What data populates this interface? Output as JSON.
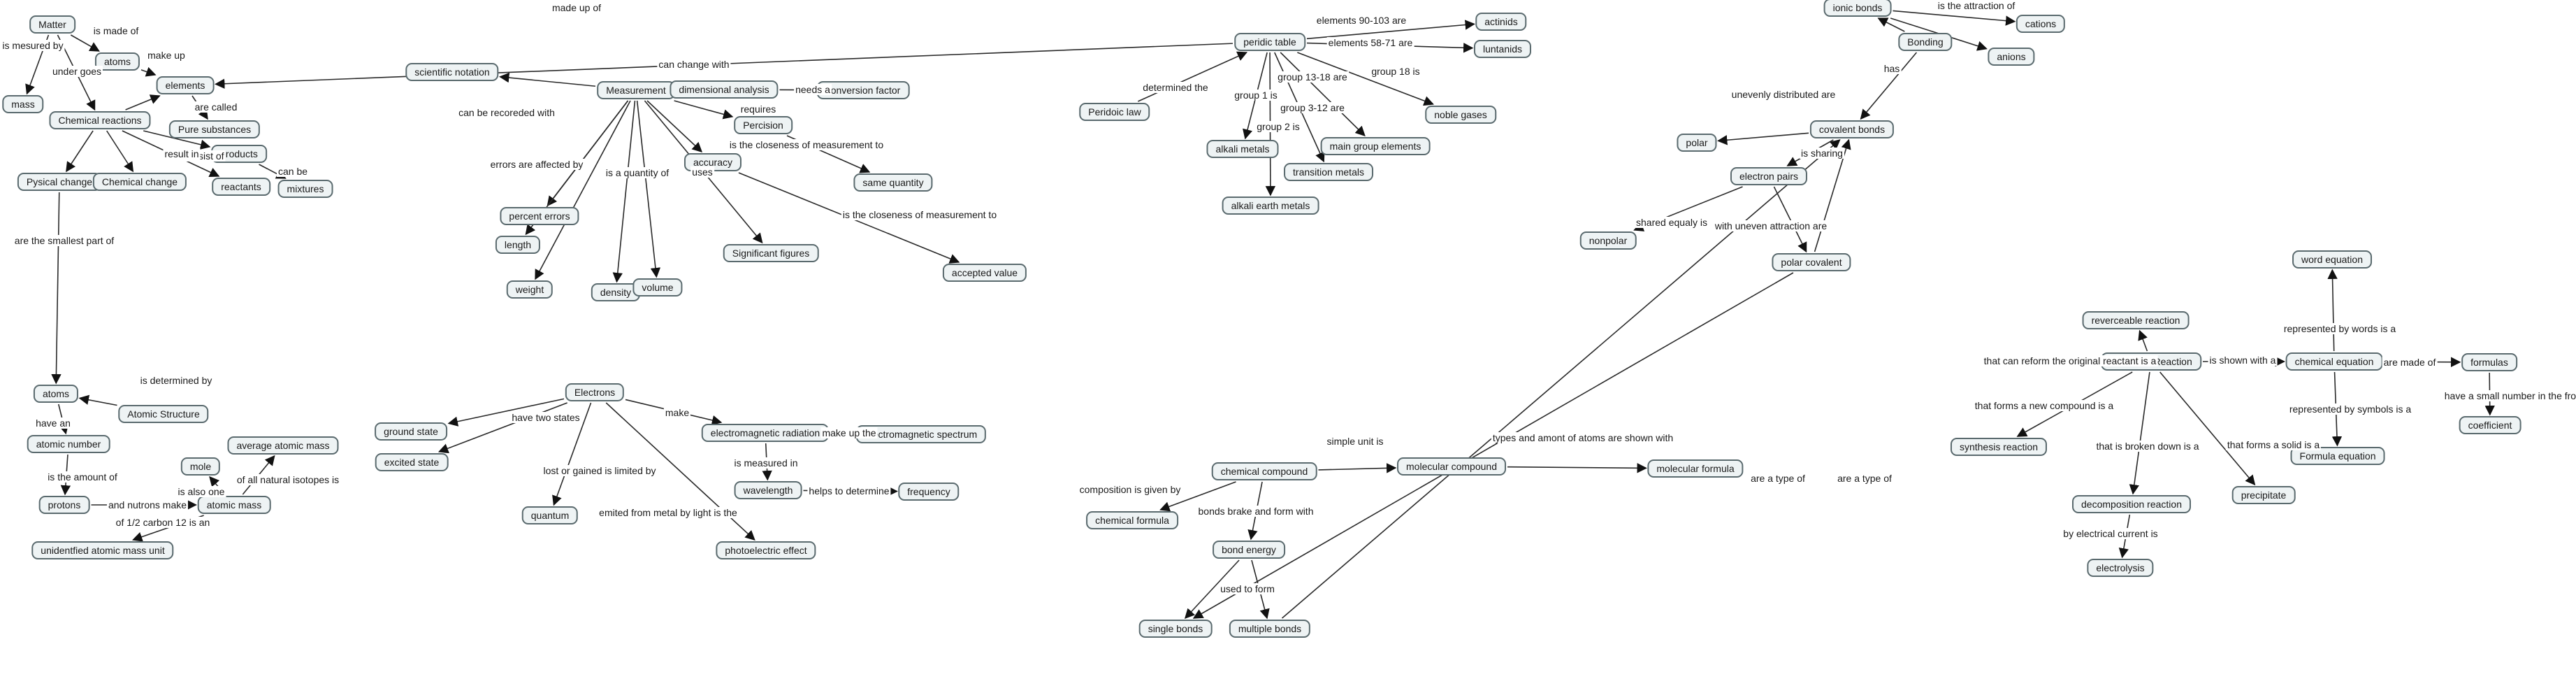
{
  "concept_map": {
    "nodes": [
      {
        "id": "matter",
        "label": "Matter"
      },
      {
        "id": "atoms1",
        "label": "atoms"
      },
      {
        "id": "elements",
        "label": "elements"
      },
      {
        "id": "mass",
        "label": "mass"
      },
      {
        "id": "chemreact",
        "label": "Chemical reactions"
      },
      {
        "id": "puresub",
        "label": "Pure substances"
      },
      {
        "id": "products",
        "label": "products"
      },
      {
        "id": "reactants",
        "label": "reactants"
      },
      {
        "id": "mixtures",
        "label": "mixtures"
      },
      {
        "id": "physchange",
        "label": "Pysical change"
      },
      {
        "id": "chemchange",
        "label": "Chemical change"
      },
      {
        "id": "atoms2",
        "label": "atoms"
      },
      {
        "id": "atomstruct",
        "label": "Atomic Structure"
      },
      {
        "id": "atomicnum",
        "label": "atomic number"
      },
      {
        "id": "protons",
        "label": "protons"
      },
      {
        "id": "atomicmass",
        "label": "atomic mass"
      },
      {
        "id": "mole",
        "label": "mole"
      },
      {
        "id": "avgatomic",
        "label": "average atomic mass"
      },
      {
        "id": "unidentified",
        "label": "unidentfied atomic mass unit"
      },
      {
        "id": "scinot",
        "label": "scientific notation"
      },
      {
        "id": "measurement",
        "label": "Measurement"
      },
      {
        "id": "dimanal",
        "label": "dimensional analysis"
      },
      {
        "id": "convfactor",
        "label": "conversion factor"
      },
      {
        "id": "percision",
        "label": "Percision"
      },
      {
        "id": "accuracy",
        "label": "accuracy"
      },
      {
        "id": "samequant",
        "label": "same quantity"
      },
      {
        "id": "percerr",
        "label": "percent errors"
      },
      {
        "id": "length",
        "label": "length"
      },
      {
        "id": "weight",
        "label": "weight"
      },
      {
        "id": "density",
        "label": "density"
      },
      {
        "id": "volume",
        "label": "volume"
      },
      {
        "id": "sigfig",
        "label": "Significant figures"
      },
      {
        "id": "acceptedval",
        "label": "accepted value"
      },
      {
        "id": "periodic",
        "label": "peridic table"
      },
      {
        "id": "actinids",
        "label": "actinids"
      },
      {
        "id": "luntanids",
        "label": "luntanids"
      },
      {
        "id": "periodiclaw",
        "label": "Peridoic law"
      },
      {
        "id": "alkali",
        "label": "alkali metals"
      },
      {
        "id": "alkaliearth",
        "label": "alkali earth metals"
      },
      {
        "id": "transition",
        "label": "transition metals"
      },
      {
        "id": "maingroup",
        "label": "main group elements"
      },
      {
        "id": "noble",
        "label": "noble gases"
      },
      {
        "id": "ionic",
        "label": "ionic bonds"
      },
      {
        "id": "cations",
        "label": "cations"
      },
      {
        "id": "anions",
        "label": "anions"
      },
      {
        "id": "bonding",
        "label": "Bonding"
      },
      {
        "id": "polar",
        "label": "polar"
      },
      {
        "id": "covalent",
        "label": "covalent bonds"
      },
      {
        "id": "epairs",
        "label": "electron pairs"
      },
      {
        "id": "nonpolar",
        "label": "nonpolar"
      },
      {
        "id": "polarcov",
        "label": "polar covalent"
      },
      {
        "id": "electrons",
        "label": "Electrons"
      },
      {
        "id": "ground",
        "label": "ground state"
      },
      {
        "id": "excited",
        "label": "excited state"
      },
      {
        "id": "emrad",
        "label": "electromagnetic radiation"
      },
      {
        "id": "emspec",
        "label": "electromagnetic spectrum"
      },
      {
        "id": "wavelength",
        "label": "wavelength"
      },
      {
        "id": "frequency",
        "label": "frequency"
      },
      {
        "id": "quantum",
        "label": "quantum"
      },
      {
        "id": "photoelec",
        "label": "photoelectric effect"
      },
      {
        "id": "chemcomp",
        "label": "chemical compound"
      },
      {
        "id": "chemform",
        "label": "chemical formula"
      },
      {
        "id": "molcomp",
        "label": "molecular compound"
      },
      {
        "id": "molform",
        "label": "molecular formula"
      },
      {
        "id": "bondenergy",
        "label": "bond energy"
      },
      {
        "id": "single",
        "label": "single bonds"
      },
      {
        "id": "multiple",
        "label": "multiple bonds"
      },
      {
        "id": "chemreaction",
        "label": "Chemical Reaction"
      },
      {
        "id": "reversible",
        "label": "reverceable reaction"
      },
      {
        "id": "synthesis",
        "label": "synthesis reaction"
      },
      {
        "id": "decomp",
        "label": "decomposition reaction"
      },
      {
        "id": "electrolysis",
        "label": "electrolysis"
      },
      {
        "id": "precipitate",
        "label": "precipitate"
      },
      {
        "id": "chemeq",
        "label": "chemical equation"
      },
      {
        "id": "wordeq",
        "label": "word equation"
      },
      {
        "id": "formulaeq",
        "label": "Formula equation"
      },
      {
        "id": "formulas",
        "label": "formulas"
      },
      {
        "id": "coefficient",
        "label": "coefficient"
      }
    ],
    "edges": [
      {
        "from": "matter",
        "to": "atoms1",
        "label": "is made of"
      },
      {
        "from": "atoms1",
        "to": "elements",
        "label": "make up"
      },
      {
        "from": "matter",
        "to": "mass",
        "label": "is mesured by"
      },
      {
        "from": "matter",
        "to": "chemreact",
        "label": "under goes"
      },
      {
        "from": "chemreact",
        "to": "elements",
        "label": ""
      },
      {
        "from": "periodic",
        "to": "elements",
        "label": "made up of"
      },
      {
        "from": "elements",
        "to": "puresub",
        "label": "are called"
      },
      {
        "from": "chemreact",
        "to": "products",
        "label": "consist of"
      },
      {
        "from": "chemreact",
        "to": "reactants",
        "label": ""
      },
      {
        "from": "chemreact",
        "to": "chemchange",
        "label": "result in"
      },
      {
        "from": "chemreact",
        "to": "physchange",
        "label": ""
      },
      {
        "from": "products",
        "to": "mixtures",
        "label": "can be"
      },
      {
        "from": "physchange",
        "to": "atoms2",
        "label": "are the smallest part of"
      },
      {
        "from": "atomstruct",
        "to": "atoms2",
        "label": "is determined by"
      },
      {
        "from": "atoms2",
        "to": "atomicnum",
        "label": "have an"
      },
      {
        "from": "atomicnum",
        "to": "protons",
        "label": "is the amount of"
      },
      {
        "from": "protons",
        "to": "atomicmass",
        "label": "and nutrons make"
      },
      {
        "from": "atomicmass",
        "to": "mole",
        "label": "is also one"
      },
      {
        "from": "atomicmass",
        "to": "avgatomic",
        "label": "of all natural isotopes is"
      },
      {
        "from": "atomicmass",
        "to": "unidentified",
        "label": "of 1/2 carbon 12 is an"
      },
      {
        "from": "measurement",
        "to": "scinot",
        "label": "can be recoreded with"
      },
      {
        "from": "measurement",
        "to": "dimanal",
        "label": "can change with"
      },
      {
        "from": "dimanal",
        "to": "convfactor",
        "label": "needs a"
      },
      {
        "from": "measurement",
        "to": "percision",
        "label": "requires"
      },
      {
        "from": "measurement",
        "to": "accuracy",
        "label": ""
      },
      {
        "from": "percision",
        "to": "samequant",
        "label": "is the closeness of measurement to"
      },
      {
        "from": "accuracy",
        "to": "acceptedval",
        "label": "is the closeness of measurement to"
      },
      {
        "from": "measurement",
        "to": "percerr",
        "label": "errors are affected by"
      },
      {
        "from": "measurement",
        "to": "sigfig",
        "label": "uses"
      },
      {
        "from": "measurement",
        "to": "length",
        "label": "is a quantity of"
      },
      {
        "from": "measurement",
        "to": "weight",
        "label": ""
      },
      {
        "from": "measurement",
        "to": "density",
        "label": ""
      },
      {
        "from": "measurement",
        "to": "volume",
        "label": ""
      },
      {
        "from": "periodic",
        "to": "actinids",
        "label": "elements 90-103 are"
      },
      {
        "from": "periodic",
        "to": "luntanids",
        "label": "elements 58-71 are"
      },
      {
        "from": "periodiclaw",
        "to": "periodic",
        "label": "determined the"
      },
      {
        "from": "periodic",
        "to": "alkali",
        "label": "group 1 is"
      },
      {
        "from": "periodic",
        "to": "alkaliearth",
        "label": "group 2 is"
      },
      {
        "from": "periodic",
        "to": "transition",
        "label": "group 3-12 are"
      },
      {
        "from": "periodic",
        "to": "maingroup",
        "label": "group 13-18 are"
      },
      {
        "from": "periodic",
        "to": "noble",
        "label": "group 18 is"
      },
      {
        "from": "ionic",
        "to": "cations",
        "label": "is the attraction of"
      },
      {
        "from": "ionic",
        "to": "anions",
        "label": ""
      },
      {
        "from": "bonding",
        "to": "ionic",
        "label": "has"
      },
      {
        "from": "bonding",
        "to": "covalent",
        "label": ""
      },
      {
        "from": "covalent",
        "to": "polar",
        "label": "unevenly distributed are"
      },
      {
        "from": "covalent",
        "to": "epairs",
        "label": "is sharing"
      },
      {
        "from": "epairs",
        "to": "nonpolar",
        "label": "shared equaly is"
      },
      {
        "from": "epairs",
        "to": "polarcov",
        "label": "with uneven attraction are"
      },
      {
        "from": "polarcov",
        "to": "covalent",
        "label": ""
      },
      {
        "from": "polarcov",
        "to": "single",
        "label": "are a type of"
      },
      {
        "from": "multiple",
        "to": "covalent",
        "label": "are a type of"
      },
      {
        "from": "electrons",
        "to": "ground",
        "label": "have two states"
      },
      {
        "from": "electrons",
        "to": "excited",
        "label": ""
      },
      {
        "from": "electrons",
        "to": "emrad",
        "label": "make"
      },
      {
        "from": "emrad",
        "to": "emspec",
        "label": "make up the"
      },
      {
        "from": "emrad",
        "to": "wavelength",
        "label": "is measured in"
      },
      {
        "from": "wavelength",
        "to": "frequency",
        "label": "helps to determine"
      },
      {
        "from": "electrons",
        "to": "quantum",
        "label": "lost or gained is limited by"
      },
      {
        "from": "electrons",
        "to": "photoelec",
        "label": "emited from metal by light is the"
      },
      {
        "from": "chemcomp",
        "to": "chemform",
        "label": "composition is given by"
      },
      {
        "from": "chemcomp",
        "to": "molcomp",
        "label": "simple unit is"
      },
      {
        "from": "molcomp",
        "to": "molform",
        "label": "types and amont of atoms are shown with"
      },
      {
        "from": "chemcomp",
        "to": "bondenergy",
        "label": "bonds brake and form with"
      },
      {
        "from": "bondenergy",
        "to": "single",
        "label": "used to form"
      },
      {
        "from": "bondenergy",
        "to": "multiple",
        "label": ""
      },
      {
        "from": "chemreaction",
        "to": "reversible",
        "label": "that can reform the original reactant is a"
      },
      {
        "from": "chemreaction",
        "to": "synthesis",
        "label": "that forms a new compound is a"
      },
      {
        "from": "chemreaction",
        "to": "decomp",
        "label": "that is broken down is a"
      },
      {
        "from": "decomp",
        "to": "electrolysis",
        "label": "by electrical current is"
      },
      {
        "from": "chemreaction",
        "to": "precipitate",
        "label": "that forms a solid is a"
      },
      {
        "from": "chemreaction",
        "to": "chemeq",
        "label": "is shown with a"
      },
      {
        "from": "chemeq",
        "to": "wordeq",
        "label": "represented by words is a"
      },
      {
        "from": "chemeq",
        "to": "formulaeq",
        "label": "represented by symbols is a"
      },
      {
        "from": "chemeq",
        "to": "formulas",
        "label": "are made of"
      },
      {
        "from": "formulas",
        "to": "coefficient",
        "label": "have a small number in the front called"
      }
    ]
  }
}
